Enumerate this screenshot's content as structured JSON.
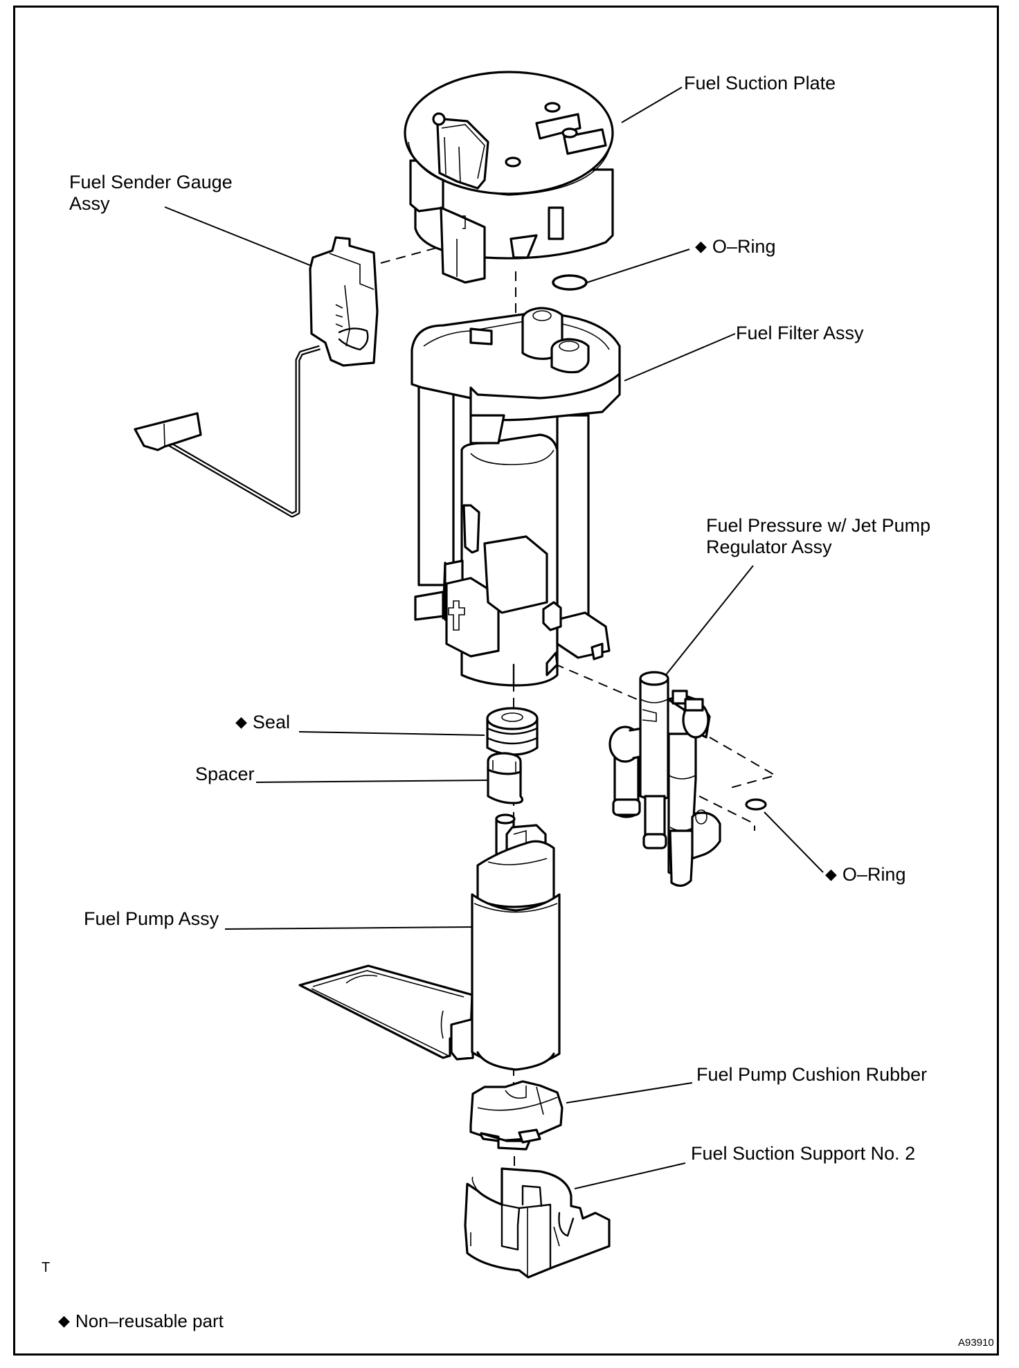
{
  "diagram": {
    "type": "exploded-parts-view",
    "subject": "Fuel pump / fuel suction assembly",
    "labels": {
      "fuel_suction_plate": "Fuel Suction Plate",
      "fuel_sender_gauge_line1": "Fuel Sender Gauge",
      "fuel_sender_gauge_line2": "Assy",
      "o_ring_upper": "O–Ring",
      "fuel_filter_assy": "Fuel Filter Assy",
      "fuel_pressure_regulator_line1": "Fuel Pressure w/ Jet Pump",
      "fuel_pressure_regulator_line2": "Regulator Assy",
      "seal": "Seal",
      "spacer": "Spacer",
      "o_ring_lower": "O–Ring",
      "fuel_pump_assy": "Fuel Pump Assy",
      "fuel_pump_cushion_rubber": "Fuel Pump Cushion Rubber",
      "fuel_suction_support_no2": "Fuel Suction Support No. 2"
    },
    "non_reusable_marker": "◆",
    "non_reusable_parts": [
      "O-Ring (upper)",
      "Seal",
      "O-Ring (lower)"
    ],
    "legend": {
      "symbol": "◆",
      "text": "Non–reusable part"
    },
    "corner_mark": "T",
    "figure_code": "A93910"
  }
}
